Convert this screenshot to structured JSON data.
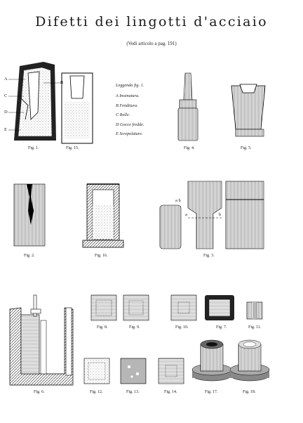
{
  "document": {
    "title": "Difetti dei lingotti d'acciaio",
    "subtitle": "(Vedi articolo a pag. 191)"
  },
  "legend": {
    "title": "Leggenda fig. 1.",
    "items": [
      "A Insenatura.",
      "B Fenditura.",
      "C Bolle.",
      "D Gocce fredde.",
      "E Screpolature."
    ]
  },
  "fig1_letters": [
    "A",
    "B",
    "C",
    "D",
    "E"
  ],
  "fig3_letters": {
    "ab": "a b",
    "a": "a",
    "b": "b"
  },
  "captions": {
    "fig1": "Fig. 1.",
    "fig15": "Fig. 15.",
    "fig4": "Fig. 4.",
    "fig5": "Fig. 5.",
    "fig2": "Fig. 2.",
    "fig16": "Fig. 16.",
    "fig3": "Fig. 3.",
    "fig8": "Fig. 8.",
    "fig9": "Fig. 9.",
    "fig10": "Fig. 10.",
    "fig7": "Fig. 7.",
    "fig11": "Fig. 11.",
    "fig6": "Fig. 6.",
    "fig12": "Fig. 12.",
    "fig13": "Fig. 13.",
    "fig14": "Fig. 14.",
    "fig17": "Fig. 17.",
    "fig18": "Fig. 18."
  }
}
